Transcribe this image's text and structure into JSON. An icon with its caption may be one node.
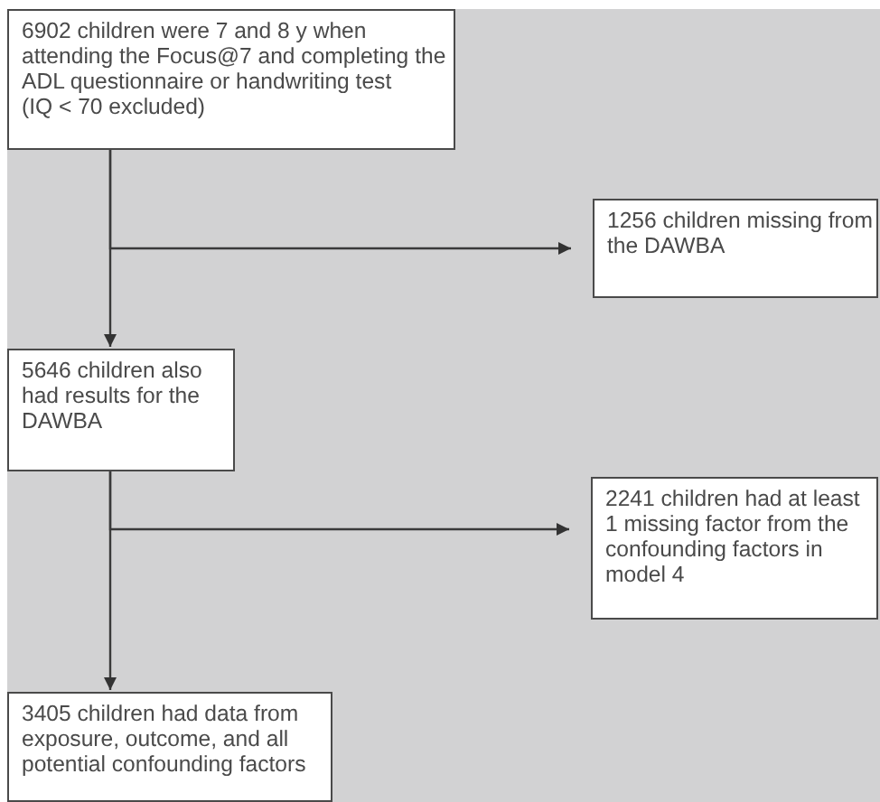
{
  "diagram": {
    "nodes": [
      {
        "text": [
          "6902 children were 7 and 8 y when attending the Focus@7 and completing the ADL questionnaire or handwriting test",
          "(IQ < 70 excluded)"
        ]
      },
      {
        "text": [
          "1256 children missing from the DAWBA"
        ]
      },
      {
        "text": [
          "5646 children also had results for the DAWBA"
        ]
      },
      {
        "text": [
          "2241 children had at least 1 missing factor from the confounding factors in model 4"
        ]
      },
      {
        "text": [
          "3405 children had data from exposure, outcome, and all potential confounding factors"
        ]
      }
    ],
    "edges": [
      {
        "from": 0,
        "to": 1,
        "arrow": "to"
      },
      {
        "from": 0,
        "to": 2,
        "arrow": "to"
      },
      {
        "from": 2,
        "to": 3,
        "arrow": "to"
      },
      {
        "from": 2,
        "to": 4,
        "arrow": "to"
      }
    ]
  }
}
